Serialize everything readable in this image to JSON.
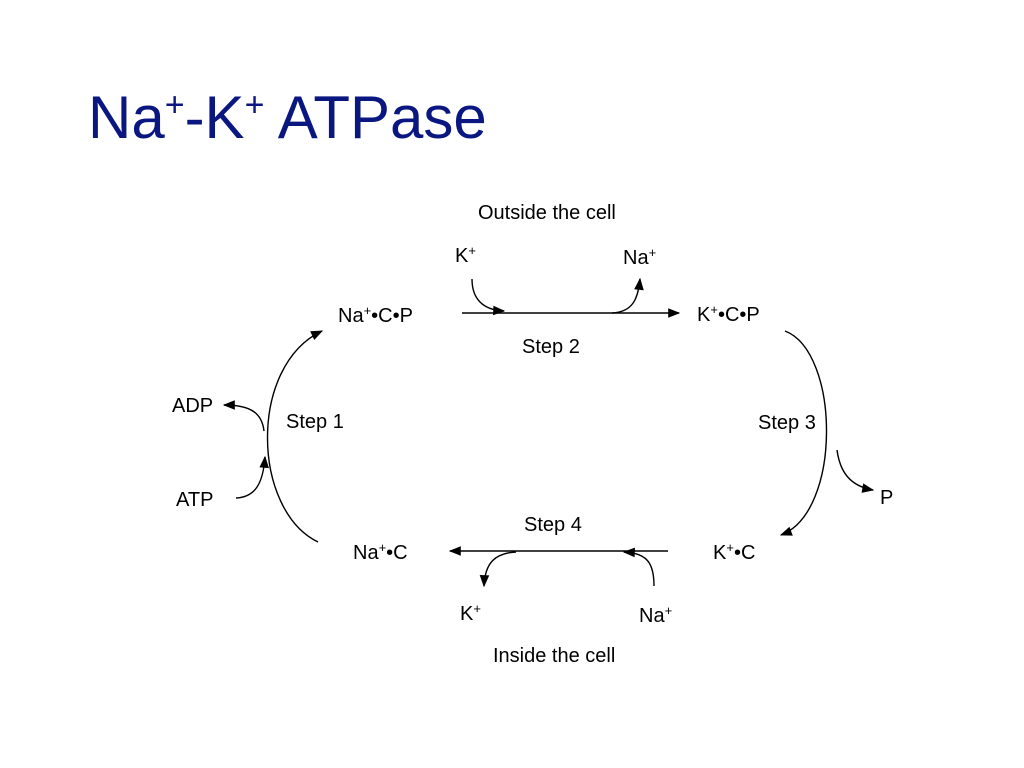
{
  "colors": {
    "title": "#0b1780",
    "text": "#000000",
    "lines": "#000000",
    "background": "#ffffff"
  },
  "title": {
    "prefix": "Na",
    "sup1": "+",
    "mid": "-K",
    "sup2": "+",
    "suffix": " ATPase"
  },
  "regions": {
    "outside": "Outside the cell",
    "inside": "Inside the cell"
  },
  "species": {
    "nacp": {
      "a": "Na",
      "sup": "+",
      "b": "•C•P"
    },
    "kcp": {
      "a": "K",
      "sup": "+",
      "b": "•C•P"
    },
    "nac": {
      "a": "Na",
      "sup": "+",
      "b": "•C"
    },
    "kc": {
      "a": "K",
      "sup": "+",
      "b": "•C"
    }
  },
  "steps": {
    "step1": "Step 1",
    "step2": "Step 2",
    "step3": "Step 3",
    "step4": "Step 4"
  },
  "side_species": {
    "adp": "ADP",
    "atp": "ATP",
    "p": "P",
    "k_out": {
      "a": "K",
      "sup": "+"
    },
    "na_out": {
      "a": "Na",
      "sup": "+"
    },
    "k_in": {
      "a": "K",
      "sup": "+"
    },
    "na_in": {
      "a": "Na",
      "sup": "+"
    }
  }
}
